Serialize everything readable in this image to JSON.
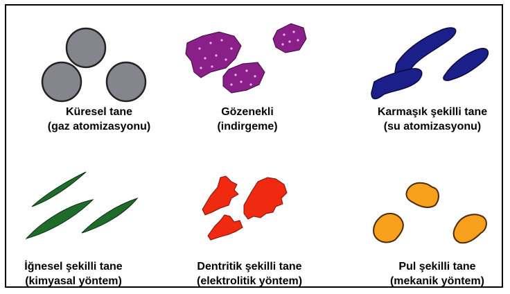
{
  "panels": [
    {
      "id": "kuresel",
      "line1": "Küresel tane",
      "line2": "(gaz atomizasyonu)",
      "color": "#85858e",
      "shape_icon": "spherical-particles-icon"
    },
    {
      "id": "gozenekli",
      "line1": "Gözenekli",
      "line2": "(indirgeme)",
      "color": "#8a1f8a",
      "shape_icon": "porous-particles-icon"
    },
    {
      "id": "karmasik",
      "line1": "Karmaşık şekilli tane",
      "line2": "(su atomizasyonu)",
      "color": "#1a1f8a",
      "shape_icon": "irregular-particles-icon"
    },
    {
      "id": "ignesel",
      "line1": "İğnesel şekilli tane",
      "line2": "(kimyasal yöntem)",
      "color": "#1e6b2a",
      "shape_icon": "acicular-particles-icon"
    },
    {
      "id": "dentritik",
      "line1": "Dentritik şekilli tane",
      "line2": "(elektrolitik yöntem)",
      "color": "#f02a10",
      "shape_icon": "dendritic-particles-icon"
    },
    {
      "id": "pul",
      "line1": "Pul şekilli tane",
      "line2": "(mekanik yöntem)",
      "color": "#f7a01c",
      "shape_icon": "flake-particles-icon"
    }
  ]
}
